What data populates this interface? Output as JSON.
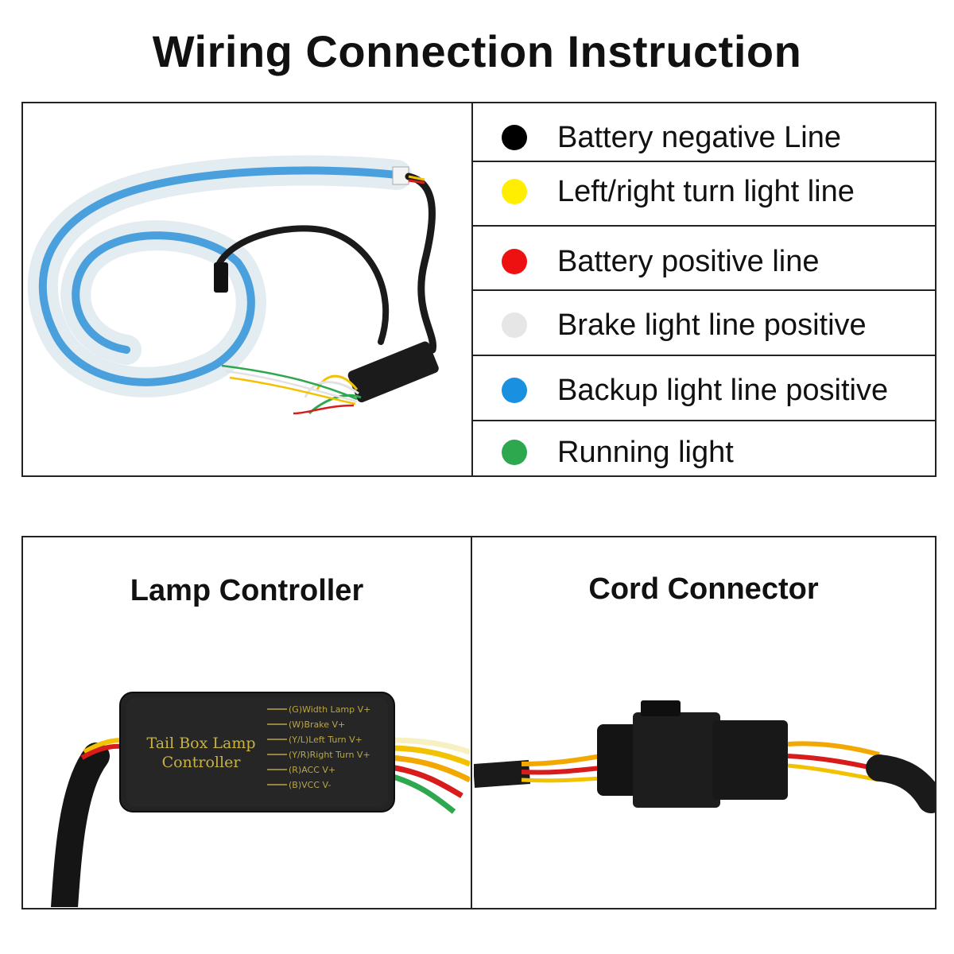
{
  "title": "Wiring Connection Instruction",
  "legend": [
    {
      "label": "Battery negative Line",
      "color": "#000000"
    },
    {
      "label": "Left/right turn light line",
      "color": "#ffee00"
    },
    {
      "label": "Battery positive line",
      "color": "#ee1111"
    },
    {
      "label": "Brake light line positive",
      "color": "#e6e6e6"
    },
    {
      "label": "Backup light line positive",
      "color": "#1a90e0"
    },
    {
      "label": "Running light",
      "color": "#2ea84f"
    }
  ],
  "panels": {
    "left_title": "Lamp Controller",
    "right_title": "Cord Connector"
  },
  "controller": {
    "name_line1": "Tail Box Lamp",
    "name_line2": "Controller",
    "pins": [
      "(G)Width Lamp V+",
      "(W)Brake V+",
      "(Y/L)Left Turn V+",
      "(Y/R)Right Turn V+",
      "(R)ACC V+",
      "(B)VCC V-"
    ]
  }
}
